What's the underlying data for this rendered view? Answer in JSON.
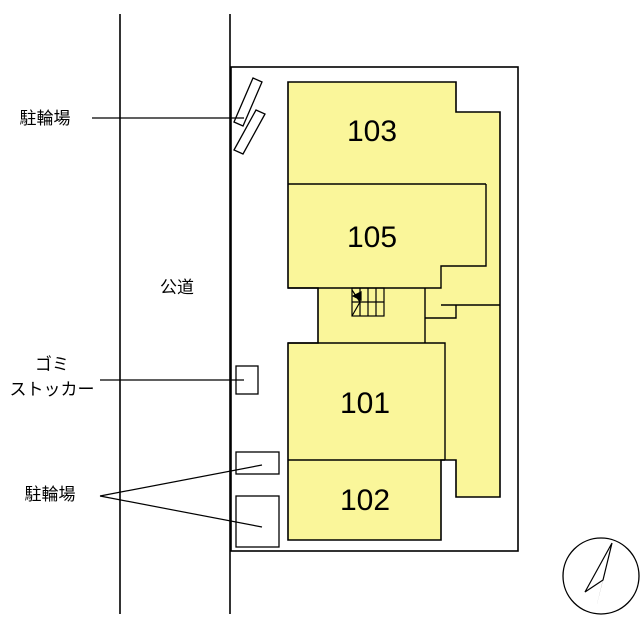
{
  "road": {
    "label": "公道"
  },
  "units": [
    {
      "number": "103"
    },
    {
      "number": "105"
    },
    {
      "number": "101"
    },
    {
      "number": "102"
    }
  ],
  "callouts": {
    "bike_parking_top": "駐輪場",
    "garbage_line1": "ゴミ",
    "garbage_line2": "ストッカー",
    "bike_parking_bottom": "駐輪場"
  },
  "colors": {
    "building_fill": "#FAF69A",
    "line": "#000000",
    "background": "#FFFFFF"
  },
  "compass": {
    "icon": "north-arrow-icon"
  }
}
